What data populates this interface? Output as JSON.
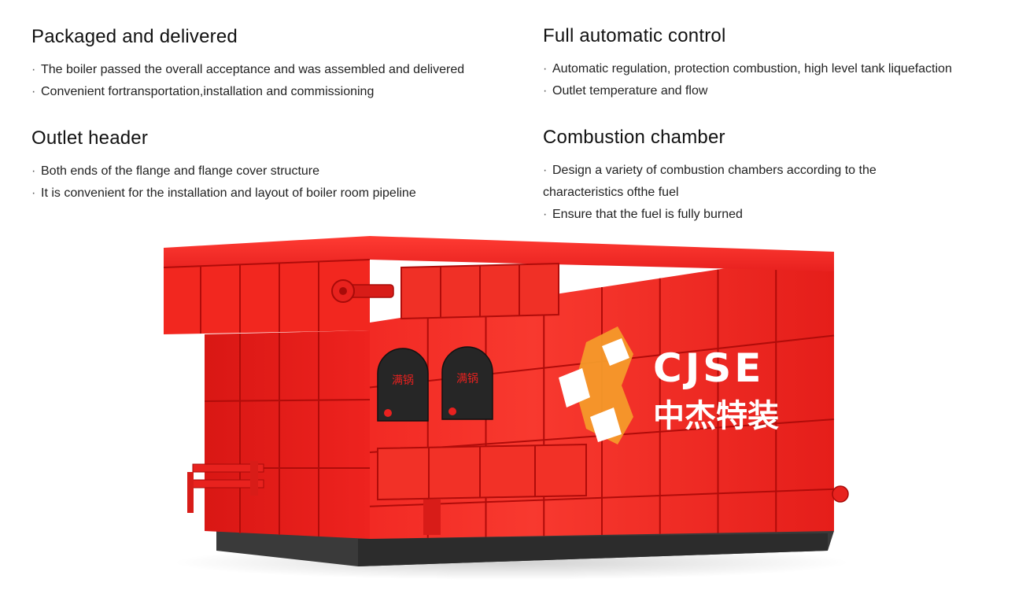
{
  "features": [
    {
      "title": "Packaged and delivered",
      "bullets": [
        "The boiler passed the overall acceptance and was assembled and delivered",
        "Convenient fortransportation,installation and commissioning"
      ]
    },
    {
      "title": "Full automatic control",
      "bullets": [
        "Automatic regulation, protection combustion, high level tank liquefaction",
        "Outlet temperature and flow"
      ]
    },
    {
      "title": "Outlet header",
      "bullets": [
        "Both ends of the flange and flange cover structure",
        "It is convenient for the installation and layout of boiler room pipeline"
      ]
    },
    {
      "title": "Combustion chamber",
      "bullets": [
        "Design a variety of combustion chambers according to the characteristics ofthe fuel",
        "Ensure that the fuel is fully burned"
      ]
    }
  ],
  "bullet_marker": "·",
  "boiler": {
    "brand_text": "CJSE",
    "brand_cn": "中杰特装",
    "door_label": "满锅",
    "colors": {
      "body": "#e8211f",
      "body_dark": "#c8120f",
      "body_light": "#ff3b33",
      "frame_line": "#b00c0a",
      "base": "#3a3a3a",
      "door": "#262626",
      "logo_orange": "#f49a2a",
      "logo_white": "#ffffff"
    }
  }
}
